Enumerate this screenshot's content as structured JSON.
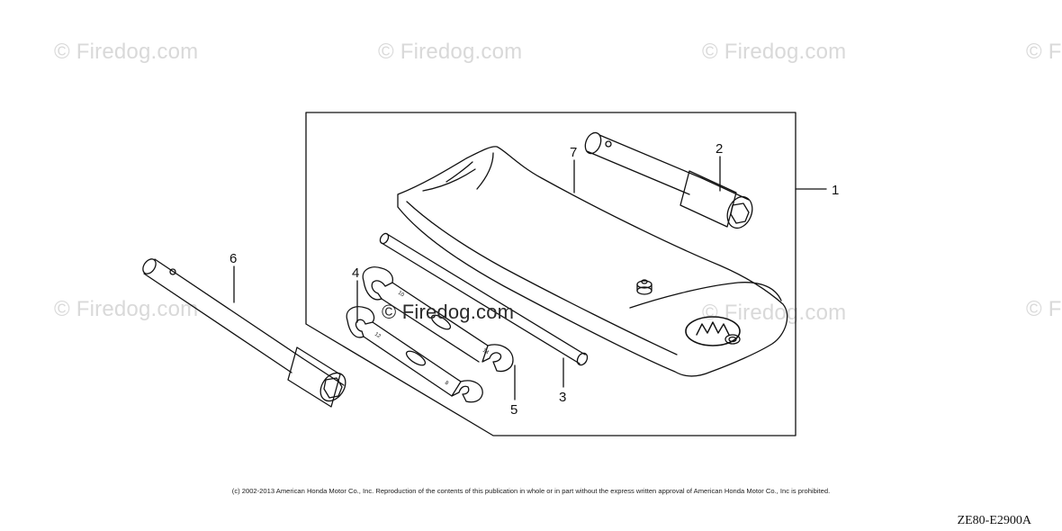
{
  "watermark_text": "© Firedog.com",
  "watermark_partial": "© F",
  "callouts": [
    "1",
    "2",
    "3",
    "4",
    "5",
    "6",
    "7"
  ],
  "copyright": "(c) 2002-2013 American Honda Motor Co., Inc. Reproduction of the contents of this publication in whole or in part without the express written approval of American Honda Motor Co., Inc is prohibited.",
  "drawing_code": "ZE80-E2900A"
}
